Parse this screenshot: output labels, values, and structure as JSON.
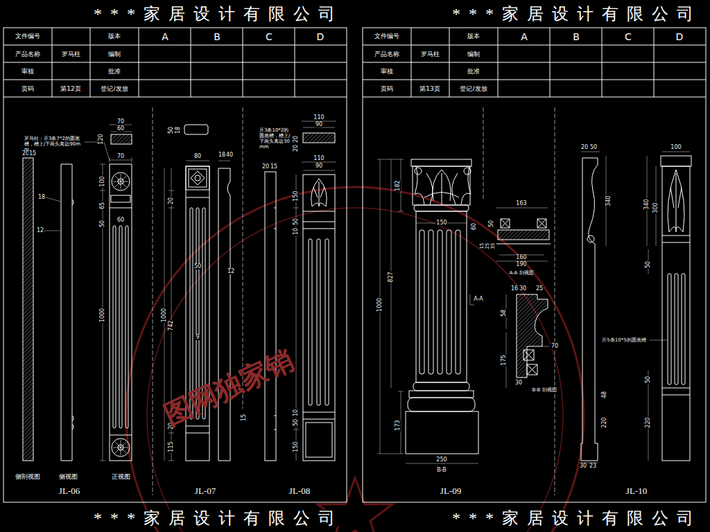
{
  "diagram": {
    "labels": [
      "***家居设计有限公司",
      "***家居设计有限公司",
      "***家居设计有限公司",
      "***家居设计有限公司",
      "文件编号",
      "版本",
      "A",
      "B",
      "C",
      "D",
      "产品名称",
      "罗马柱",
      "编制",
      "审核",
      "批准",
      "页码",
      "第12页",
      "登记/发放",
      "文件编号",
      "版本",
      "A",
      "B",
      "C",
      "D",
      "产品名称",
      "罗马柱",
      "编制",
      "审核",
      "批准",
      "页码",
      "第13页",
      "登记/发放",
      "70",
      "60",
      "120",
      "罗马柱：开3条7*2的圆底槽，槽上/下两头离边90mm",
      "20",
      "15",
      "18",
      "12",
      "70",
      "100",
      "65",
      "50",
      "60",
      "1000",
      "侧剖视图",
      "侧视图",
      "正视图",
      "JL-06",
      "50",
      "18",
      "80",
      "18",
      "40",
      "20",
      "1000",
      "742",
      "50",
      "9",
      "12",
      "15",
      "20",
      "115",
      "JL-07",
      "110",
      "90",
      "20",
      "20",
      "开3条10*2的圆底槽，槽上/下两头离边30mm",
      "20",
      "15",
      "110",
      "90",
      "150",
      "50",
      "10",
      "10",
      "50",
      "150",
      "JL-08",
      "182",
      "827",
      "1000",
      "173",
      "150",
      "250",
      "B-B",
      "163",
      "50",
      "60",
      "15",
      "25",
      "35",
      "160",
      "190",
      "A-A 剖视图",
      "16",
      "30",
      "25",
      "A-A",
      "58",
      "175",
      "70",
      "30",
      "B-B 剖视图",
      "JL-09",
      "20",
      "50",
      "340",
      "340",
      "300",
      "100",
      "50",
      "开5条10*5的圆底槽",
      "50",
      "48",
      "220",
      "220",
      "30",
      "23",
      "JL-10",
      "图网独家销"
    ]
  }
}
